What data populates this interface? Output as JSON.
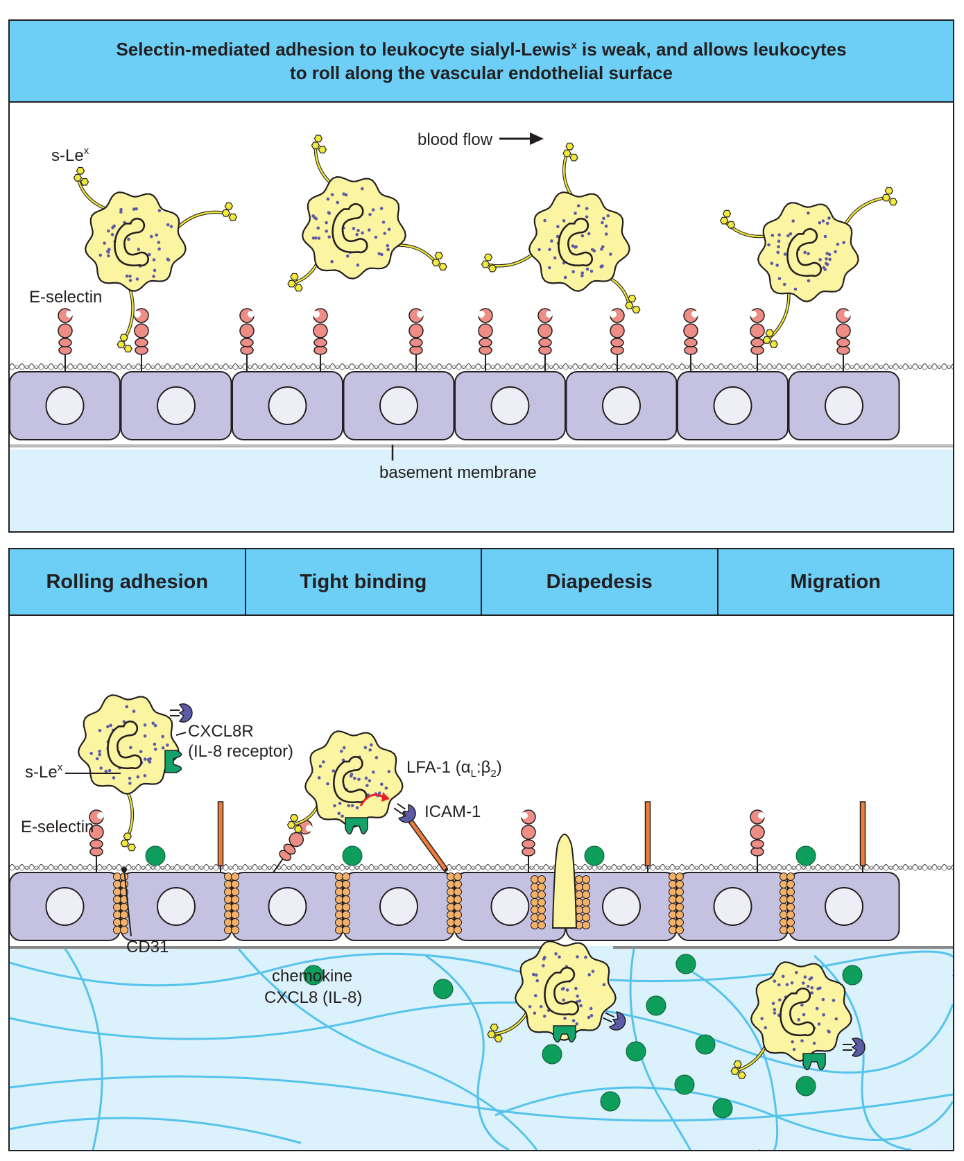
{
  "top_panel": {
    "title_line1_a": "Selectin-mediated adhesion to leukocyte sialyl-Lewis",
    "title_line1_sup": "x",
    "title_line1_b": " is weak, and allows leukocytes",
    "title_line2": "to roll along the vascular endothelial surface",
    "labels": {
      "blood_flow": "blood flow",
      "slex_base": "s-Le",
      "slex_sup": "x",
      "e_selectin": "E-selectin",
      "basement_membrane": "basement membrane"
    }
  },
  "bottom_panel": {
    "stages": [
      "Rolling adhesion",
      "Tight binding",
      "Diapedesis",
      "Migration"
    ],
    "labels": {
      "cxcl8r": "CXCL8R",
      "il8_receptor": "(IL-8 receptor)",
      "slex_base": "s-Le",
      "slex_sup": "x",
      "e_selectin": "E-selectin",
      "lfa1_prefix": "LFA-1 (",
      "lfa1_alpha": "α",
      "lfa1_alpha_sub": "L",
      "lfa1_sep": ":",
      "lfa1_beta": "β",
      "lfa1_beta_sub": "2",
      "lfa1_suffix": ")",
      "icam1": "ICAM-1",
      "cd31": "CD31",
      "chemokine": "chemokine",
      "cxcl8_il8": "CXCL8 (IL-8)"
    }
  },
  "colors": {
    "header_blue": "#6dcff6",
    "endothelium": "#c5c1e0",
    "nucleus": "#eeeef6",
    "leukocyte": "#fbf4a0",
    "selectin": "#ee8d85",
    "slex_sugar": "#f2ea3a",
    "icam": "#ee7d3a",
    "cd31": "#f5b167",
    "chemokine": "#0e9e5b",
    "chemokine_receptor": "#12a36a",
    "lfa1": "#5b5ba8",
    "matrix_fiber": "#55c3ec",
    "tissue_bg": "#dbf1fb",
    "arrow_red": "#e8202a"
  }
}
